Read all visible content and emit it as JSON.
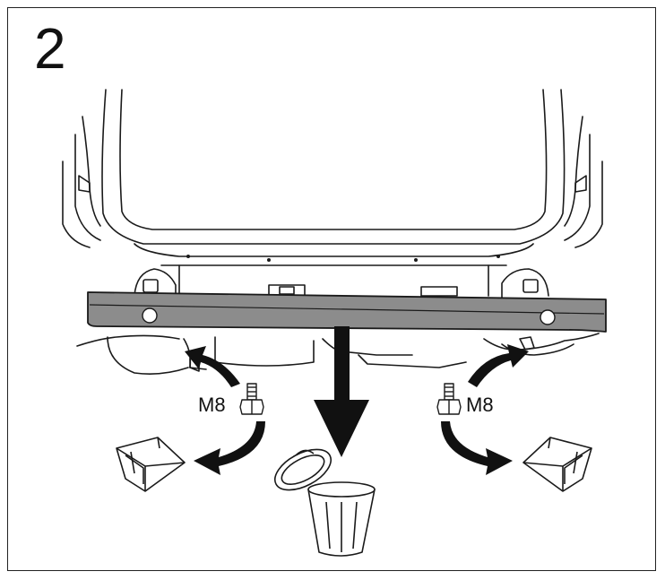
{
  "step": {
    "number": "2"
  },
  "labels": {
    "bolt_left": "M8",
    "bolt_right": "M8"
  },
  "colors": {
    "line": "#1a1a1a",
    "bumper_beam": "#8c8c8c",
    "car_fill": "#ffffff",
    "arrow": "#111111"
  },
  "icons": [
    "bolt-icon",
    "storage-box-icon",
    "trash-can-icon",
    "curved-arrow-icon",
    "down-arrow-icon"
  ]
}
